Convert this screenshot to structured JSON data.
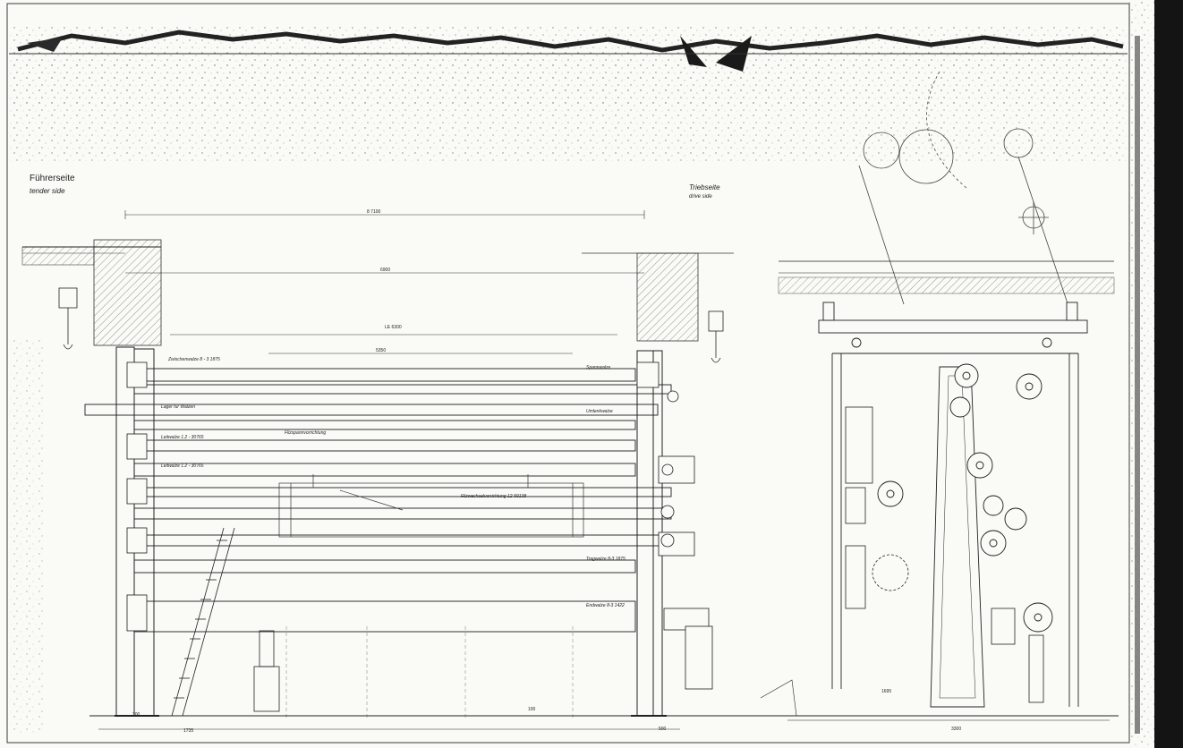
{
  "labels": {
    "operator_side_de": "Führerseite",
    "operator_side_en": "tender side",
    "drive_side_de": "Triebseite",
    "drive_side_en": "drive side"
  },
  "dimensions": {
    "top_overall": "8 7100",
    "upper_span": "6900",
    "le_span": "LE 6300",
    "inner_span": "5350",
    "width_300": "300",
    "bottom_1735": "1735",
    "bottom_100": "100",
    "bottom_500": "500",
    "right_3300": "3300",
    "right_1695": "1695"
  },
  "callouts": {
    "c1": "Zwischenwalze 8 - 3 1875",
    "c2": "Lager für Walzen",
    "c3": "Leitwalze 1.2 - 30765",
    "c4": "Leitwalze 1.2 - 30765",
    "c5": "Spannwalze",
    "c6": "Filzspannvorrichtung",
    "c7": "Umlenkwalze",
    "c8": "Filzwechselvorrichtung 12-59138",
    "c9": "Tragwalze 8-3 1875",
    "c10": "Endwalze 8-3 1422"
  },
  "colors": {
    "ink": "#1d1d1d",
    "paper": "#fafaf6",
    "dark_edge": "#141414"
  }
}
